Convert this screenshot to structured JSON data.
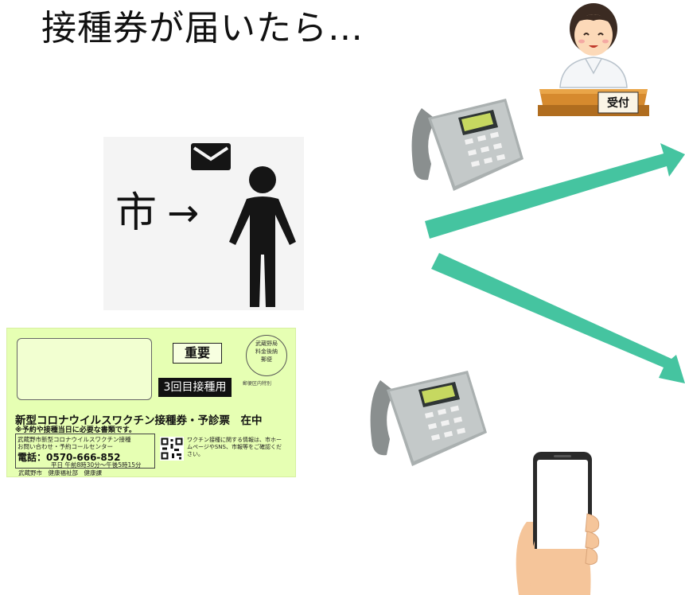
{
  "title": "接種券が届いたら…",
  "flow": {
    "city_label": "市",
    "arrow": "→"
  },
  "reception": {
    "desk_label": "受付"
  },
  "voucher": {
    "important_badge": "重要",
    "dose_label": "3回目接種用",
    "postmark": [
      "武蔵野局",
      "料金後納",
      "郵便"
    ],
    "postmark_note": "郵便区内特別",
    "title": "新型コロナウイルスワクチン接種券・予診票　在中",
    "note": "※予約や接種当日に必要な書類です。",
    "contact_line1": "武蔵野市新型コロナウイルスワクチン接種",
    "contact_line2": "お問い合わせ・予約コールセンター",
    "phone": "電話：0570-666-852",
    "hours": "平日 午前8時30分～午後5時15分",
    "info": "ワクチン接種に関する情報は、市ホームページやSNS、市報等をご確認ください。",
    "footer": "武蔵野市　健康福祉部　健康課"
  },
  "colors": {
    "arrow_teal": "#45c4a0",
    "voucher_bg": "#e6ffb3"
  },
  "icons": [
    "envelope-icon",
    "person-icon",
    "telephone-icon",
    "smartphone-icon",
    "receptionist-icon",
    "arrow-icon",
    "qr-code-icon"
  ]
}
